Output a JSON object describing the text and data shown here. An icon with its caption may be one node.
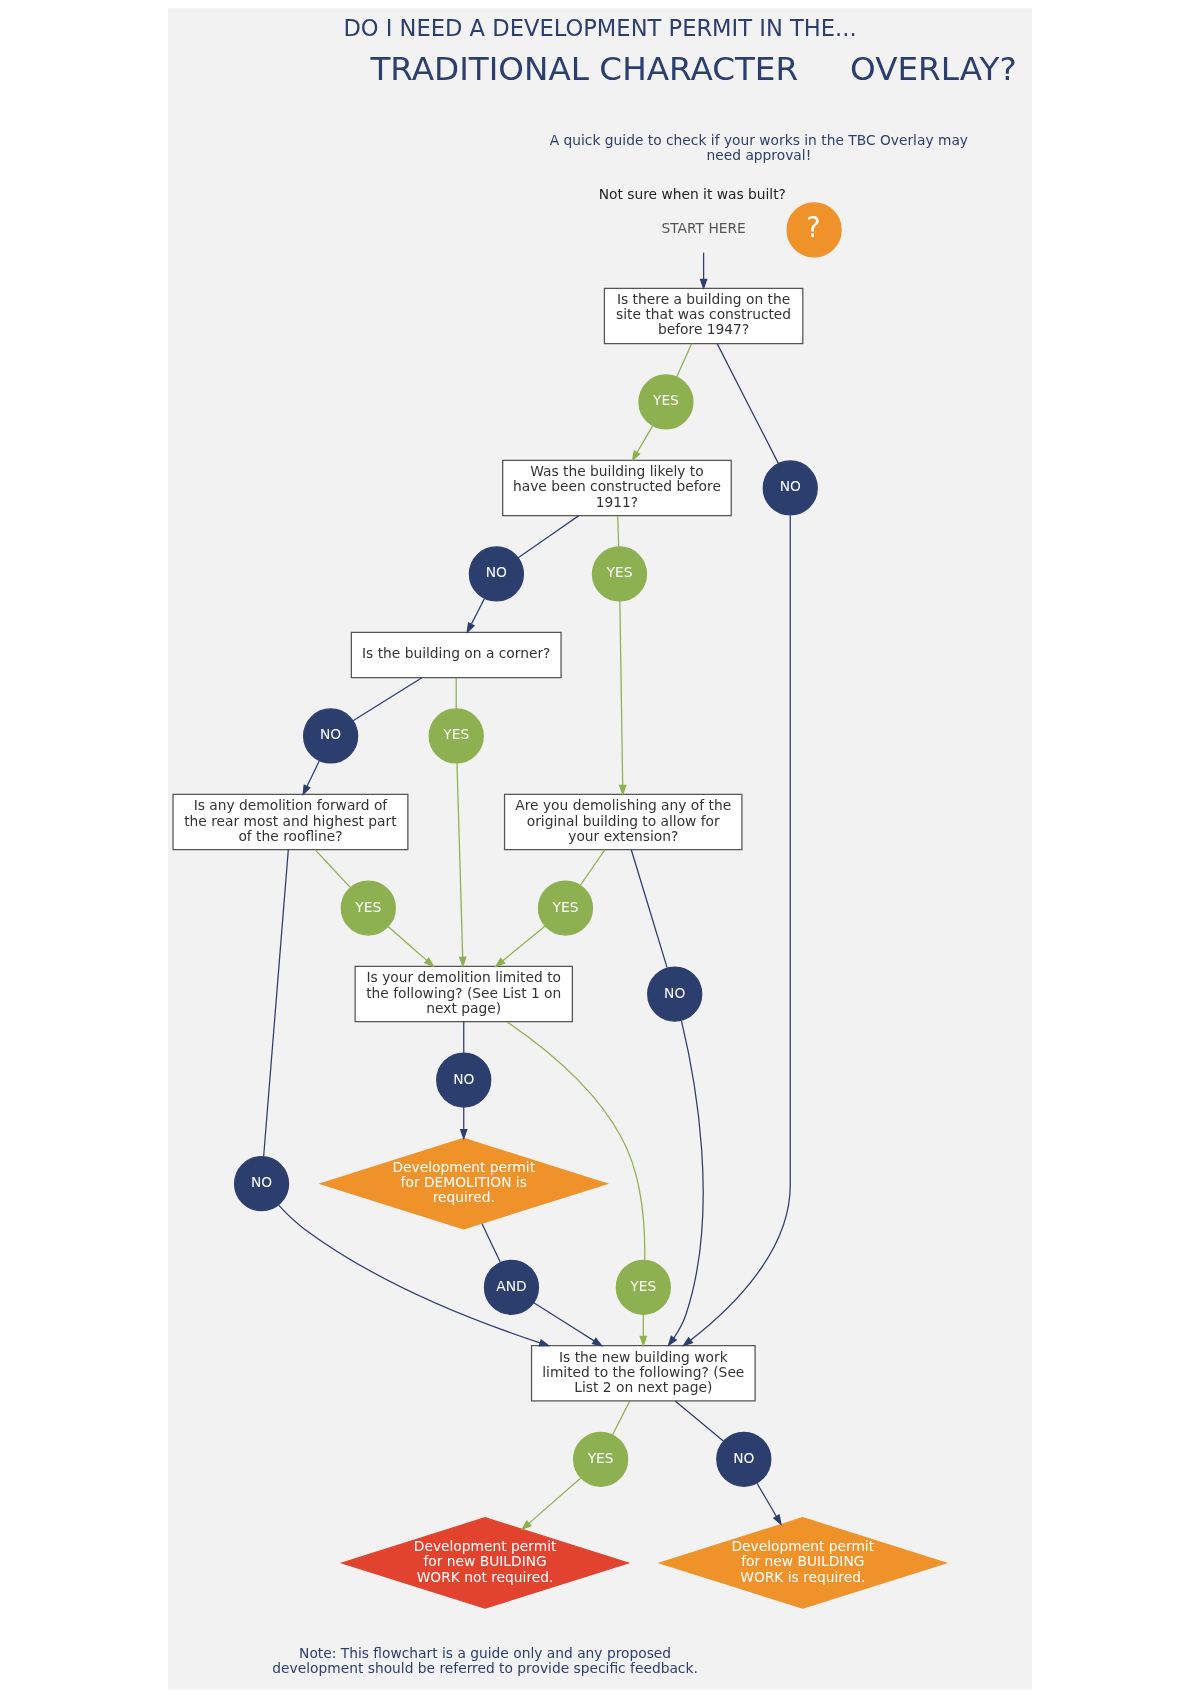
{
  "diagram": {
    "title": "DO I NEED A DEVELOPMENT PERMIT IN THE...",
    "nodes": [
      {
        "text": [
          "START HERE"
        ]
      },
      {
        "text": [
          "Is there a building on the site that was constructed before 1947?"
        ]
      },
      {
        "text": [
          "YES"
        ]
      },
      {
        "text": [
          "NO"
        ]
      },
      {
        "text": [
          "Was the building likely to have been constructed before 1911?"
        ]
      },
      {
        "text": [
          "YES"
        ]
      },
      {
        "text": [
          "NO"
        ]
      },
      {
        "text": [
          "Are you demolishing any of the original building to allow for your extension?"
        ]
      },
      {
        "text": [
          "Is the building on a corner?"
        ]
      },
      {
        "text": [
          "YES"
        ]
      },
      {
        "text": [
          "NO"
        ]
      },
      {
        "text": [
          "YES"
        ]
      },
      {
        "text": [
          "NO"
        ]
      },
      {
        "text": [
          "Is any demolition forward of the rear most and highest part of the roofline?"
        ]
      },
      {
        "text": [
          "Is your demolition limited to the following? (See List 1 on next page)"
        ]
      },
      {
        "text": [
          "YES"
        ]
      },
      {
        "text": [
          "NO"
        ]
      },
      {
        "text": [
          "YES"
        ]
      },
      {
        "text": [
          "NO"
        ]
      },
      {
        "text": [
          "Development permit for DEMOLITION is required."
        ]
      },
      {
        "text": [
          "AND"
        ]
      },
      {
        "text": [
          "Is the new building work limited to the following? (See List 2 on next page)"
        ]
      },
      {
        "text": [
          "YES"
        ]
      },
      {
        "text": [
          "NO"
        ]
      },
      {
        "text": [
          "Development permit for new BUILDING WORK not required."
        ]
      },
      {
        "text": [
          "Development permit for new BUILDING WORK is required."
        ]
      },
      {
        "text": [
          "?"
        ],
        "beside": [
          "Not sure when it was built?"
        ]
      }
    ],
    "edges": [
      {
        "from": 0,
        "to": 1,
        "arrow": "to"
      },
      {
        "from": 1,
        "to": 2,
        "arrow": "none",
        "color": "#8db050"
      },
      {
        "from": 1,
        "to": 3,
        "arrow": "none"
      },
      {
        "from": 2,
        "to": 4,
        "arrow": "to",
        "color": "#8db050"
      },
      {
        "from": 3,
        "to": 21,
        "arrow": "to"
      },
      {
        "from": 4,
        "to": 5,
        "arrow": "none",
        "color": "#8db050"
      },
      {
        "from": 4,
        "to": 6,
        "arrow": "none"
      },
      {
        "from": 5,
        "to": 7,
        "arrow": "to",
        "color": "#8db050"
      },
      {
        "from": 6,
        "to": 8,
        "arrow": "to"
      },
      {
        "from": 7,
        "to": 9,
        "arrow": "none",
        "color": "#8db050"
      },
      {
        "from": 7,
        "to": 10,
        "arrow": "none"
      },
      {
        "from": 8,
        "to": 11,
        "arrow": "none",
        "color": "#8db050"
      },
      {
        "from": 8,
        "to": 12,
        "arrow": "none"
      },
      {
        "from": 9,
        "to": 14,
        "arrow": "to",
        "color": "#8db050"
      },
      {
        "from": 10,
        "to": 21,
        "arrow": "to"
      },
      {
        "from": 11,
        "to": 14,
        "arrow": "to",
        "color": "#8db050"
      },
      {
        "from": 12,
        "to": 13,
        "arrow": "to"
      },
      {
        "from": 13,
        "to": 15,
        "arrow": "none",
        "color": "#8db050"
      },
      {
        "from": 13,
        "to": 16,
        "arrow": "none"
      },
      {
        "from": 15,
        "to": 14,
        "arrow": "to",
        "color": "#8db050"
      },
      {
        "from": 16,
        "to": 21,
        "arrow": "to"
      },
      {
        "from": 14,
        "to": 17,
        "arrow": "none",
        "color": "#8db050"
      },
      {
        "from": 14,
        "to": 18,
        "arrow": "none"
      },
      {
        "from": 17,
        "to": 21,
        "arrow": "to",
        "color": "#8db050"
      },
      {
        "from": 18,
        "to": 19,
        "arrow": "to"
      },
      {
        "from": 19,
        "to": 20,
        "arrow": "none"
      },
      {
        "from": 20,
        "to": 21,
        "arrow": "to"
      },
      {
        "from": 21,
        "to": 22,
        "arrow": "none",
        "color": "#8db050"
      },
      {
        "from": 21,
        "to": 23,
        "arrow": "none"
      },
      {
        "from": 22,
        "to": 24,
        "arrow": "to",
        "color": "#8db050"
      },
      {
        "from": 23,
        "to": 25,
        "arrow": "to"
      }
    ],
    "labels": [
      "TRADITIONAL CHARACTER",
      "OVERLAY?",
      "A quick guide to check if your works in the TBC Overlay may need approval!",
      "Note: This flowchart is a guide only and any proposed development should be referred to provide specific feedback."
    ]
  }
}
